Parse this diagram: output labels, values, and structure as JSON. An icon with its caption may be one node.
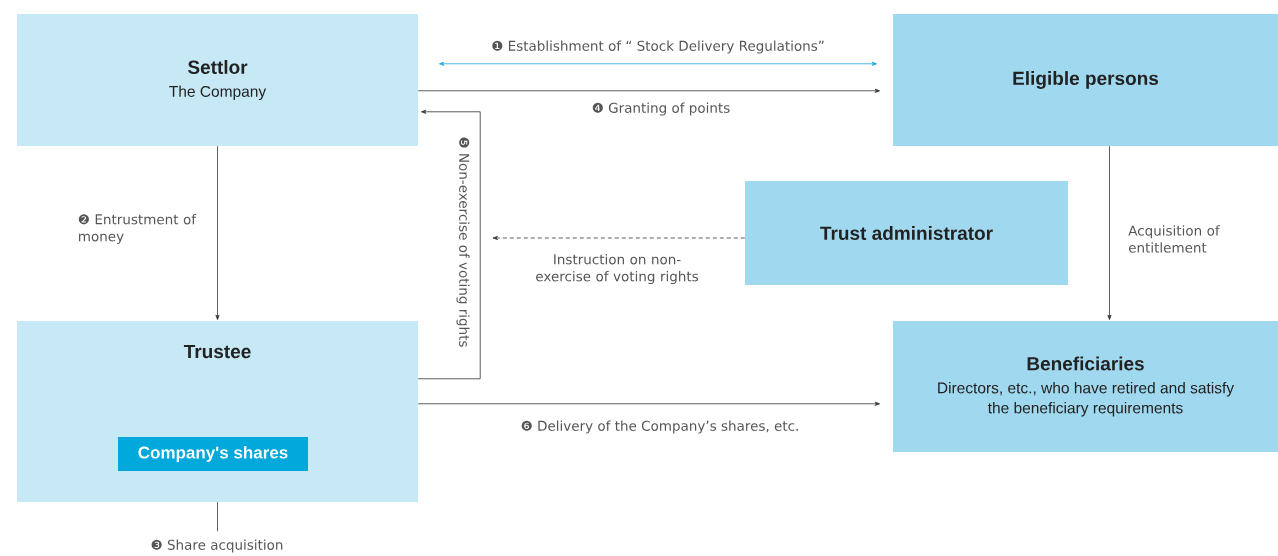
{
  "diagram": {
    "nodes": [
      {
        "text": [
          "Settlor",
          "The Company"
        ]
      },
      {
        "text": [
          "Eligible persons"
        ]
      },
      {
        "text": [
          "Trust administrator"
        ]
      },
      {
        "text": [
          "Trustee"
        ]
      },
      {
        "text": [
          "Company's shares"
        ],
        "in": 3
      },
      {
        "text": [
          "Beneficiaries",
          "Directors, etc., who have retired and satisfy the beneficiary requirements"
        ]
      }
    ],
    "edges": [
      {
        "from": 0,
        "to": 1,
        "arrow": "both",
        "color": "#1aa7dc",
        "label": "❶ Establishment of “ Stock Delivery Regulations”"
      },
      {
        "from": 0,
        "to": 1,
        "arrow": "to",
        "label": "❹ Granting of points"
      },
      {
        "from": 0,
        "to": 3,
        "arrow": "to",
        "label": "❷ Entrustment of money"
      },
      {
        "from": 3,
        "to": 0,
        "arrow": "to",
        "label": "❺ Non-exercise of voting rights"
      },
      {
        "from": 2,
        "to": null,
        "arrow": "to",
        "style": "dashed",
        "label": "Instruction on non-exercise of voting rights"
      },
      {
        "from": 1,
        "to": 5,
        "arrow": "to",
        "label": "Acquisition of entitlement"
      },
      {
        "from": 3,
        "to": 5,
        "arrow": "to",
        "label": "❻ Delivery of the Company’s shares, etc."
      },
      {
        "from": 3,
        "to": null,
        "arrow": "none",
        "label": "❸ Share acquisition"
      }
    ]
  }
}
